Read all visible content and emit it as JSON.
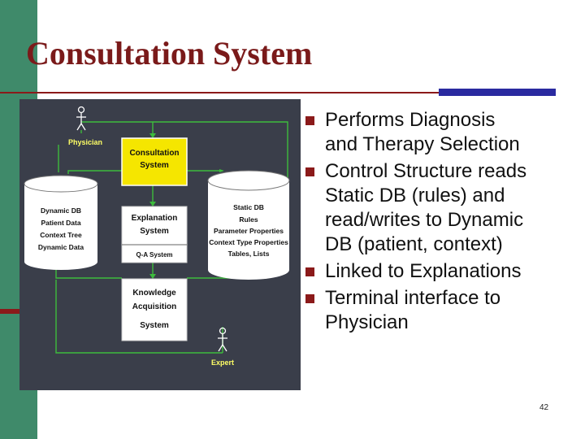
{
  "slide": {
    "title": "Consultation System",
    "page_number": "42"
  },
  "diagram": {
    "physician_label": "Physician",
    "expert_label": "Expert",
    "consultation_box": [
      "Consultation",
      "System"
    ],
    "explanation_box": [
      "Explanation",
      "System"
    ],
    "qa_label": "Q-A System",
    "knowledge_box": [
      "Knowledge",
      "Acquisition",
      "System"
    ],
    "dynamic_db": [
      "Dynamic DB",
      "Patient Data",
      "Context Tree",
      "Dynamic Data"
    ],
    "static_db": [
      "Static DB",
      "Rules",
      "Parameter Properties",
      "Context Type Properties",
      "Tables, Lists"
    ]
  },
  "bullets": [
    [
      "Performs Diagnosis",
      "and Therapy Selection"
    ],
    [
      "Control Structure reads",
      "Static DB (rules) and",
      "read/writes to Dynamic",
      "DB (patient, context)"
    ],
    [
      "Linked to Explanations"
    ],
    [
      "Terminal interface to",
      "Physician"
    ]
  ],
  "colors": {
    "title": "#7a1a1a",
    "side_bar": "#3f8a6a",
    "accent_blue": "#2a2aa0",
    "bullet_marker": "#8b1a1a",
    "diagram_background": "#3a3e4a",
    "connector": "#3dbb3d",
    "highlight_box": "#f5e600"
  }
}
